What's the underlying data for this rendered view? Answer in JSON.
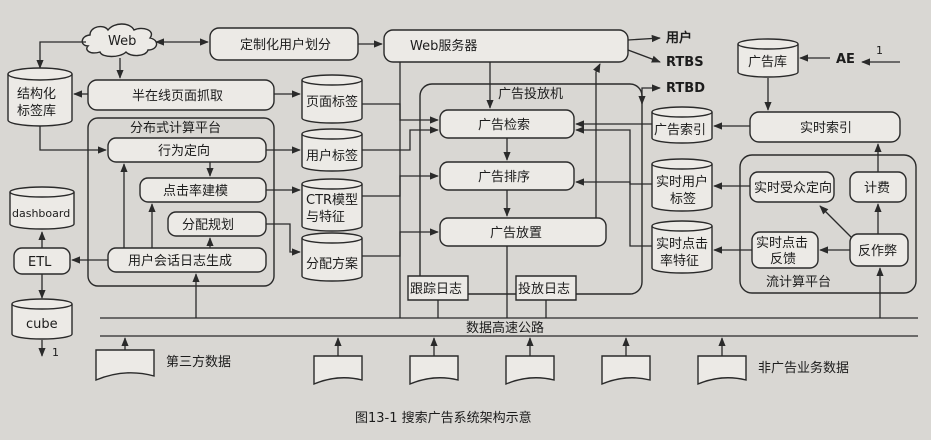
{
  "nodes": {
    "web": "Web",
    "custom_user_segmentation": "定制化用户划分",
    "web_server": "Web服务器",
    "user": "用户",
    "rtbs": "RTBS",
    "rtbd": "RTBD",
    "ad_library": "广告库",
    "ae": "AE",
    "ae_count": "1",
    "structured_tag_db": [
      "结构化",
      "标签库"
    ],
    "semi_online_crawl": "半在线页面抓取",
    "page_tags": "页面标签",
    "ad_server": "广告投放机",
    "ad_retrieval": "广告检索",
    "ad_index": "广告索引",
    "realtime_index": "实时索引",
    "distributed_platform": "分布式计算平台",
    "behavior_targeting": "行为定向",
    "user_tags": "用户标签",
    "ad_ranking": "广告排序",
    "realtime_user_tags": [
      "实时用户",
      "标签"
    ],
    "realtime_audience": "实时受众定向",
    "billing": "计费",
    "ctr_modeling": "点击率建模",
    "ctr_model_features": [
      "CTR模型",
      "与特征"
    ],
    "dashboard": "dashboard",
    "allocation_planning": "分配规划",
    "allocation_plan": "分配方案",
    "ad_placement": "广告放置",
    "realtime_ctr_features": [
      "实时点击",
      "率特征"
    ],
    "realtime_click_feedback": [
      "实时点击",
      "反馈"
    ],
    "anti_fraud": "反作弊",
    "etl": "ETL",
    "session_log": "用户会话日志生成",
    "stream_platform": "流计算平台",
    "tracking_log": "跟踪日志",
    "delivery_log": "投放日志",
    "cube": "cube",
    "cube_count": "1",
    "data_highway": "数据高速公路",
    "third_party_data": "第三方数据",
    "non_ad_business_data": "非广告业务数据"
  },
  "caption": "图13-1   搜索广告系统架构示意"
}
